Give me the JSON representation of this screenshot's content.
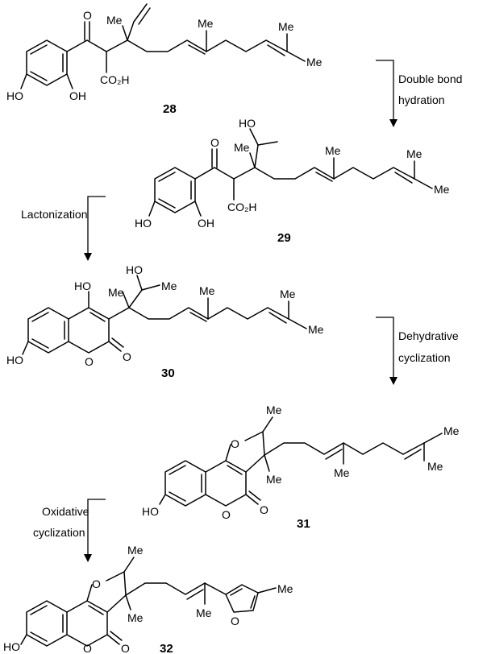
{
  "compounds": [
    {
      "number": "28",
      "labels": {
        "ketone_o": "O",
        "me": "Me",
        "me_a": "Me",
        "me_b": "Me",
        "me_c": "Me",
        "co2h": "CO₂H",
        "oh_ring": "OH",
        "ho_ring": "HO"
      }
    },
    {
      "number": "29",
      "labels": {
        "ketone_o": "O",
        "ho_side": "HO",
        "me": "Me",
        "me_a": "Me",
        "me_b": "Me",
        "me_c": "Me",
        "co2h": "CO₂H",
        "oh_ring": "OH",
        "ho_ring": "HO"
      }
    },
    {
      "number": "30",
      "labels": {
        "ho_4": "HO",
        "ho_side": "HO",
        "me": "Me",
        "me_side": "Me",
        "me_a": "Me",
        "me_b": "Me",
        "me_c": "Me",
        "ring_o": "O",
        "carbonyl_o": "O",
        "ho_7": "HO"
      }
    },
    {
      "number": "31",
      "labels": {
        "furan_o": "O",
        "me_top": "Me",
        "me_quat": "Me",
        "me_a": "Me",
        "me_b": "Me",
        "me_c": "Me",
        "ring_o": "O",
        "carbonyl_o": "O",
        "ho_7": "HO"
      }
    },
    {
      "number": "32",
      "labels": {
        "furan_o": "O",
        "me_top": "Me",
        "me_quat": "Me",
        "me_chain": "Me",
        "furyl_o": "O",
        "furyl_me": "Me",
        "ring_o": "O",
        "carbonyl_o": "O",
        "ho_7": "HO"
      }
    }
  ],
  "steps": [
    {
      "lines": [
        "Double bond",
        "hydration"
      ]
    },
    {
      "lines": [
        "Lactonization"
      ]
    },
    {
      "lines": [
        "Dehydrative",
        "cyclization"
      ]
    },
    {
      "lines": [
        "Oxidative",
        "cyclization"
      ]
    }
  ]
}
